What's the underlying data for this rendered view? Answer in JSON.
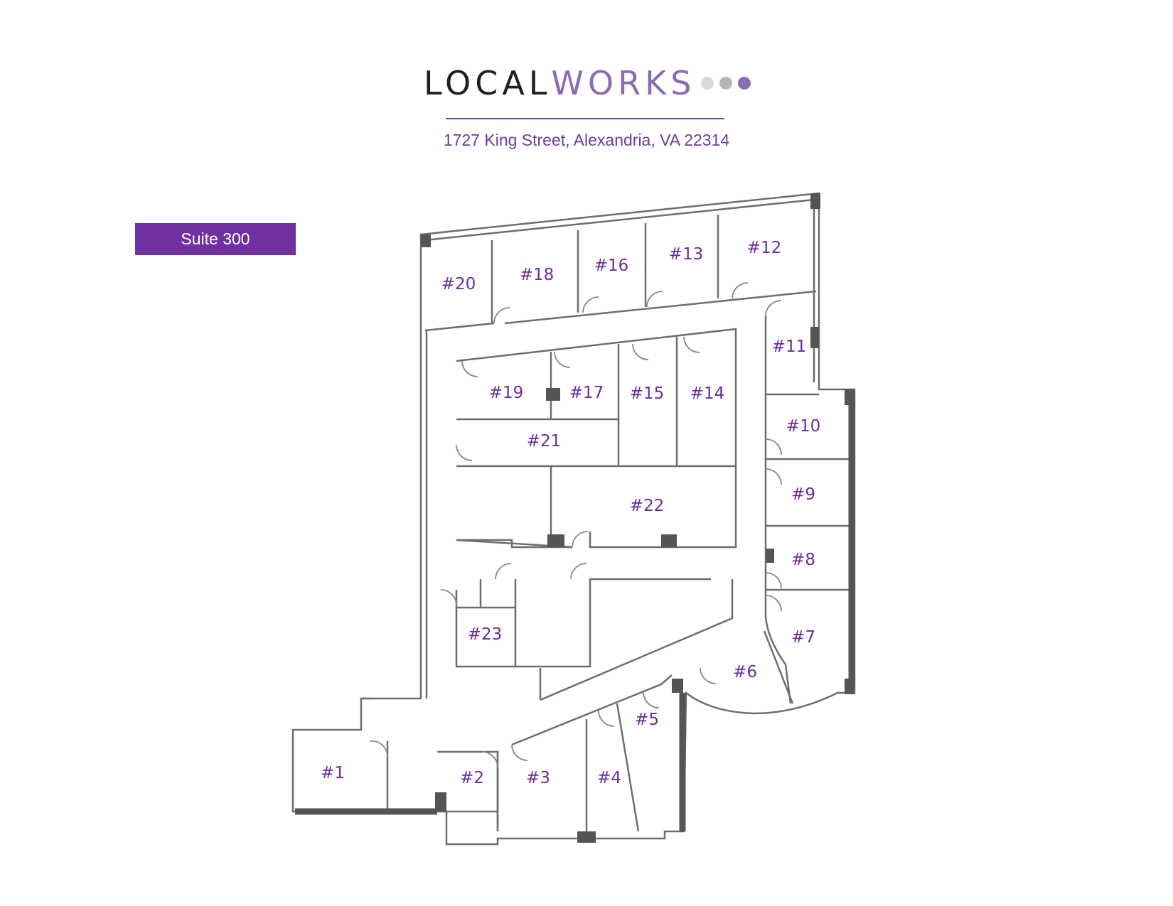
{
  "logo": {
    "word_local": "LOCAL",
    "word_works": "WORKS",
    "dot_colors": [
      "#d9d9d9",
      "#b5b5b5",
      "#8b6bb3"
    ]
  },
  "address": "1727 King Street, Alexandria, VA 22314",
  "suite": {
    "label": "Suite 300",
    "color": "#7030a0"
  },
  "floorplan": {
    "label_color": "#6a2c9e",
    "wall_color": "#5a5a5a",
    "rooms": [
      {
        "id": "1",
        "label": "#1"
      },
      {
        "id": "2",
        "label": "#2"
      },
      {
        "id": "3",
        "label": "#3"
      },
      {
        "id": "4",
        "label": "#4"
      },
      {
        "id": "5",
        "label": "#5"
      },
      {
        "id": "6",
        "label": "#6"
      },
      {
        "id": "7",
        "label": "#7"
      },
      {
        "id": "8",
        "label": "#8"
      },
      {
        "id": "9",
        "label": "#9"
      },
      {
        "id": "10",
        "label": "#10"
      },
      {
        "id": "11",
        "label": "#11"
      },
      {
        "id": "12",
        "label": "#12"
      },
      {
        "id": "13",
        "label": "#13"
      },
      {
        "id": "14",
        "label": "#14"
      },
      {
        "id": "15",
        "label": "#15"
      },
      {
        "id": "16",
        "label": "#16"
      },
      {
        "id": "17",
        "label": "#17"
      },
      {
        "id": "18",
        "label": "#18"
      },
      {
        "id": "19",
        "label": "#19"
      },
      {
        "id": "20",
        "label": "#20"
      },
      {
        "id": "21",
        "label": "#21"
      },
      {
        "id": "22",
        "label": "#22"
      },
      {
        "id": "23",
        "label": "#23"
      }
    ]
  }
}
